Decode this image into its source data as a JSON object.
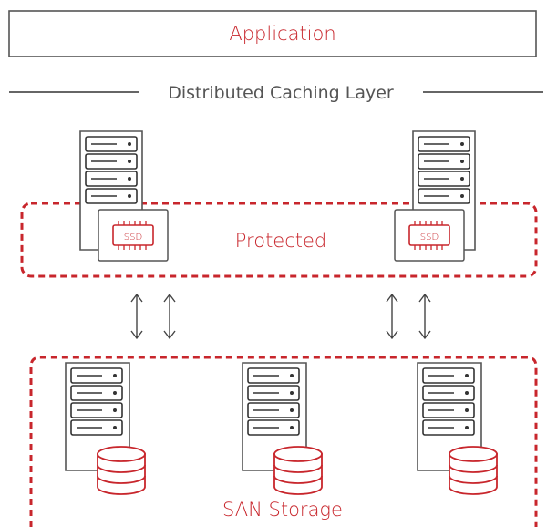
{
  "application": {
    "label": "Application"
  },
  "caching_layer": {
    "label": "Distributed Caching Layer"
  },
  "protected_group": {
    "label": "Protected",
    "ssd_label": "SSD"
  },
  "san_group": {
    "label": "SAN Storage"
  },
  "colors": {
    "accent": "#c8262c",
    "outline": "#555555",
    "background": "#ffffff"
  },
  "icons": {
    "server": "server-rack-icon",
    "ssd": "ssd-chip-icon",
    "database": "database-icon",
    "arrow": "bidirectional-arrow-icon"
  }
}
